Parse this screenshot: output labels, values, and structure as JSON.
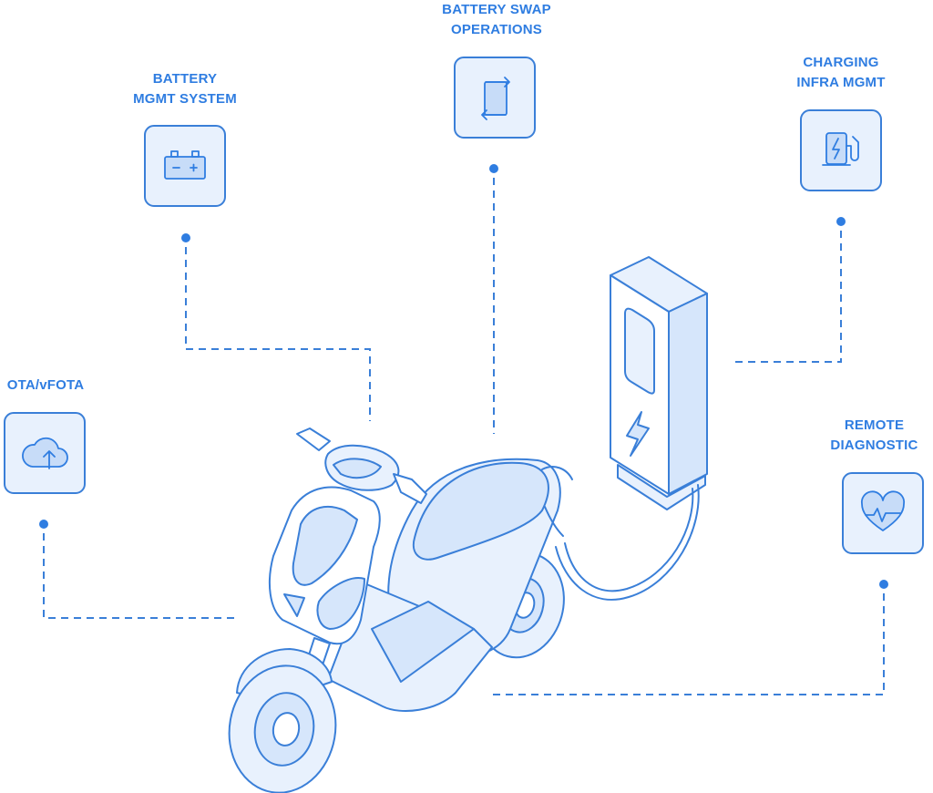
{
  "colors": {
    "accent": "#2f7de1",
    "tile_fill": "#e8f1fd",
    "line": "#3a7fd8"
  },
  "features": [
    {
      "id": "ota",
      "lines": [
        "OTA/vFOTA"
      ],
      "icon": "cloud-upload-icon"
    },
    {
      "id": "bms",
      "lines": [
        "BATTERY",
        "MGMT SYSTEM"
      ],
      "icon": "battery-icon"
    },
    {
      "id": "swap",
      "lines": [
        "BATTERY SWAP",
        "OPERATIONS"
      ],
      "icon": "swap-arrows-icon"
    },
    {
      "id": "charging",
      "lines": [
        "CHARGING",
        "INFRA MGMT"
      ],
      "icon": "charging-station-icon"
    },
    {
      "id": "diagnostic",
      "lines": [
        "REMOTE",
        "DIAGNOSTIC"
      ],
      "icon": "heart-pulse-icon"
    }
  ],
  "illustration": {
    "vehicle": "electric-scooter",
    "station": "charging-station",
    "station_icon": "lightning-icon"
  }
}
